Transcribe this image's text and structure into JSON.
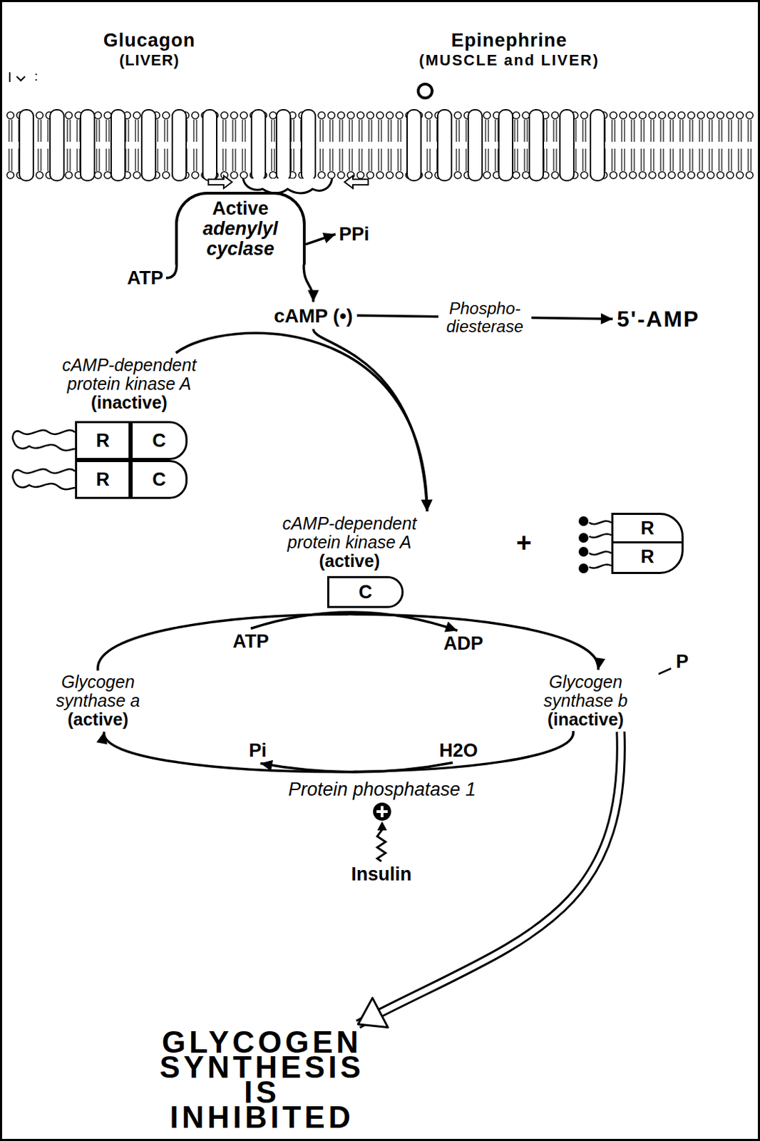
{
  "diagram": {
    "nodes": [
      {
        "text": [
          "Active",
          "adenylyl cyclase"
        ]
      },
      {
        "text": [
          "ATP"
        ]
      },
      {
        "text": [
          "PPi"
        ]
      },
      {
        "text": [
          "cAMP (•)"
        ]
      },
      {
        "text": [
          "5'-AMP"
        ]
      },
      {
        "text": [
          "cAMP-dependent protein kinase A",
          "(inactive)"
        ]
      },
      {
        "text": [
          "R"
        ]
      },
      {
        "text": [
          "C"
        ]
      },
      {
        "text": [
          "R"
        ]
      },
      {
        "text": [
          "C"
        ]
      },
      {
        "text": [
          "cAMP-dependent protein kinase A",
          "(active)"
        ]
      },
      {
        "text": [
          "R",
          "R"
        ]
      },
      {
        "text": [
          "C"
        ]
      },
      {
        "text": [
          "ATP"
        ]
      },
      {
        "text": [
          "ADP"
        ]
      },
      {
        "text": [
          "Glycogen synthase a",
          "(active)"
        ]
      },
      {
        "text": [
          "Glycogen synthase b",
          "(inactive)"
        ]
      },
      {
        "text": [
          "Pi"
        ]
      },
      {
        "text": [
          "H2O"
        ]
      },
      {
        "text": [
          "Protein phosphatase 1"
        ]
      },
      {
        "text": [
          "Insulin"
        ]
      },
      {
        "text": [
          "GLYCOGEN SYNTHESIS IS INHIBITED"
        ]
      }
    ],
    "edges": [
      {
        "from": 1,
        "to": 0,
        "arrow": "none"
      },
      {
        "from": 0,
        "to": 3,
        "arrow": "to"
      },
      {
        "from": 0,
        "to": 2,
        "arrow": "to"
      },
      {
        "from": 3,
        "to": 4,
        "label": "Phospho- diesterase",
        "arrow": "to"
      },
      {
        "from": 5,
        "to": 10,
        "arrow": "to"
      },
      {
        "from": 3,
        "to": 10,
        "arrow": "to"
      },
      {
        "from": 13,
        "to": 14,
        "arrow": "to"
      },
      {
        "from": 15,
        "to": 16,
        "arrow": "to"
      },
      {
        "from": 16,
        "to": 15,
        "arrow": "to"
      },
      {
        "from": 18,
        "to": 17,
        "arrow": "to"
      },
      {
        "from": 20,
        "to": 19,
        "arrow": "to"
      },
      {
        "from": 16,
        "to": 21,
        "arrow": "to"
      }
    ],
    "labels": [
      "Glucagon",
      "(LIVER)",
      "Epinephrine",
      "(MUSCLE and LIVER)",
      "+",
      "P"
    ]
  }
}
